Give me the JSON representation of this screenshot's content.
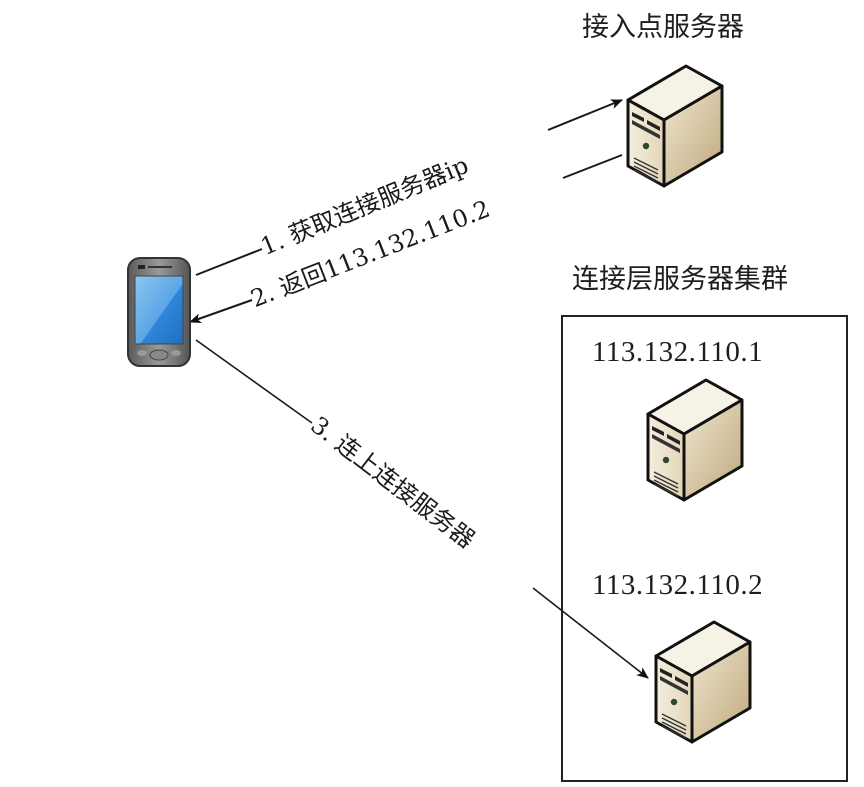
{
  "diagram": {
    "nodes": {
      "client": {
        "kind": "mobile-phone",
        "icon": "smartphone-icon"
      },
      "access_server": {
        "kind": "server",
        "icon": "server-tower-icon",
        "title": "接入点服务器"
      },
      "cluster": {
        "title": "连接层服务器集群",
        "servers": [
          {
            "ip": "113.132.110.1",
            "icon": "server-tower-icon"
          },
          {
            "ip": "113.132.110.2",
            "icon": "server-tower-icon"
          }
        ]
      }
    },
    "edges": [
      {
        "step": 1,
        "from": "client",
        "to": "access_server",
        "label": "1. 获取连接服务器ip"
      },
      {
        "step": 2,
        "from": "access_server",
        "to": "client",
        "label": "2. 返回113.132.110.2"
      },
      {
        "step": 3,
        "from": "client",
        "to": "cluster.servers.1",
        "label": "3. 连上连接服务器"
      }
    ]
  },
  "colors": {
    "line": "#1a1a1a",
    "server_light": "#f3ecdc",
    "server_mid": "#d9c9a6",
    "server_dark": "#b8a37a",
    "phone_body": "#6d6d6d",
    "phone_screen": "#3d8fd6"
  }
}
